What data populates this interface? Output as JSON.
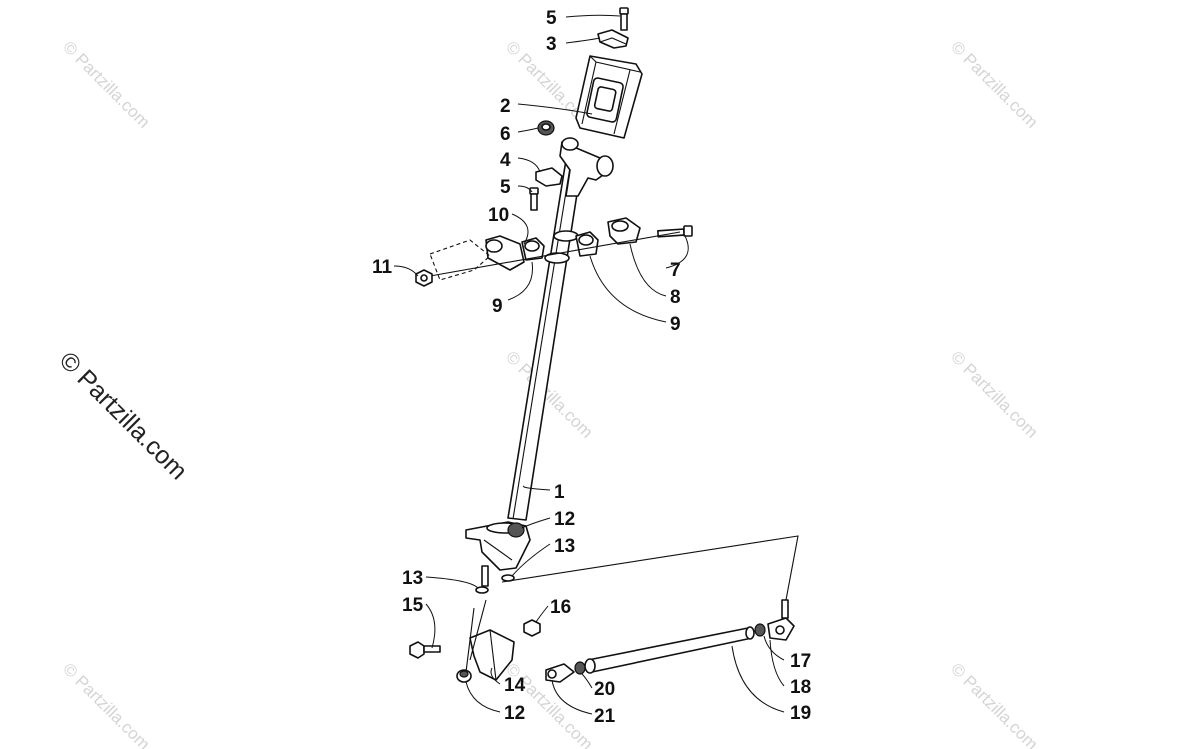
{
  "watermark_main": "© Partzilla.com",
  "watermark_faint": "© Partzilla.com",
  "callouts": {
    "c1": "1",
    "c2": "2",
    "c3": "3",
    "c4": "4",
    "c5_top": "5",
    "c5_mid": "5",
    "c6": "6",
    "c7": "7",
    "c8": "8",
    "c9_left": "9",
    "c9_right": "9",
    "c10": "10",
    "c11": "11",
    "c12_top": "12",
    "c12_bottom": "12",
    "c13_right": "13",
    "c13_left": "13",
    "c14": "14",
    "c15": "15",
    "c16": "16",
    "c17": "17",
    "c18": "18",
    "c19": "19",
    "c20": "20",
    "c21": "21"
  }
}
